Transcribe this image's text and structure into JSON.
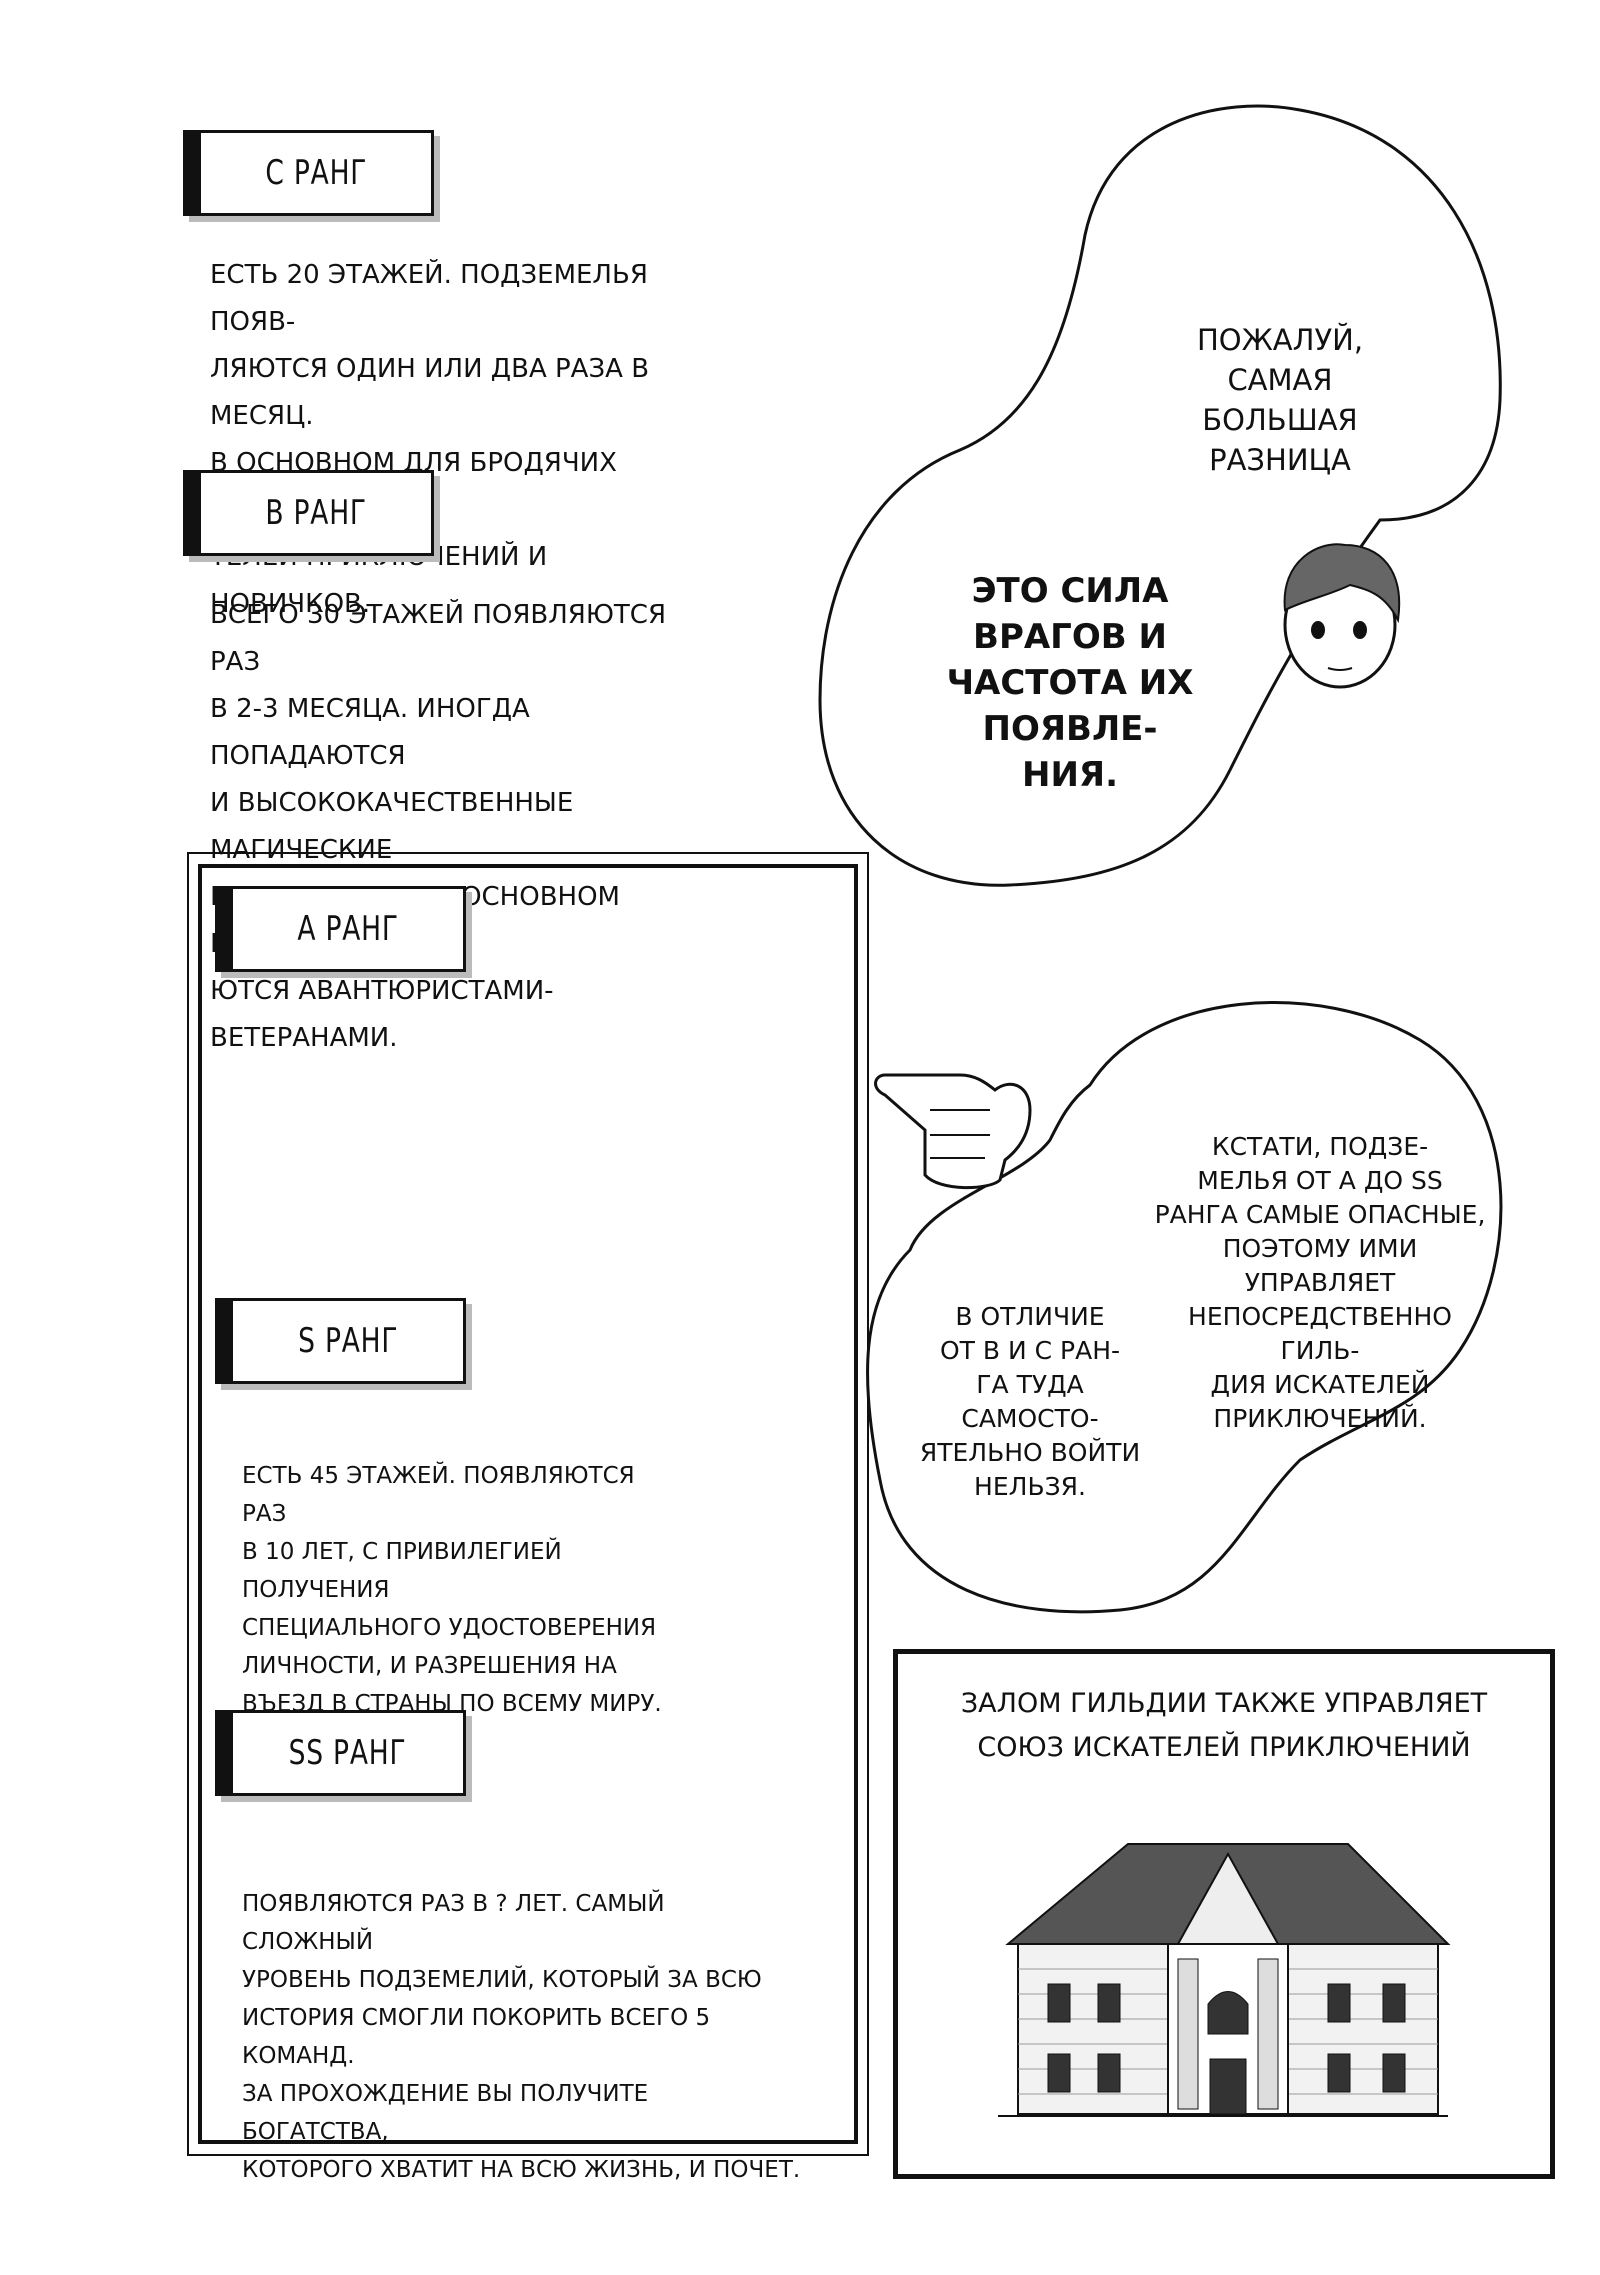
{
  "ranks": {
    "c": {
      "label": "С РАНГ",
      "text": "ЕСТЬ 20 ЭТАЖЕЙ. ПОДЗЕМЕЛЬЯ ПОЯВ-\nЛЯЮТСЯ ОДИН ИЛИ ДВА РАЗА В МЕСЯЦ.\nВ ОСНОВНОМ ДЛЯ БРОДЯЧИХ ИСКА-\nТЕЛЕЙ ПРИКЛЮЧЕНИЙ И НОВИЧКОВ."
    },
    "b": {
      "label": "В РАНГ",
      "text": "ВСЕГО 30 ЭТАЖЕЙ ПОЯВЛЯЮТСЯ РАЗ\nВ 2-3 МЕСЯЦА. ИНОГДА ПОПАДАЮТСЯ\nИ ВЫСОКОКАЧЕСТВЕННЫЕ МАГИЧЕСКИЕ\nКАМНИ И РУДЫ. В ОСНОВНОМ ПОЛЬЗУ-\nЮТСЯ АВАНТЮРИСТАМИ-ВЕТЕРАНАМИ."
    },
    "a": {
      "label": "А РАНГ"
    },
    "s": {
      "label": "S РАНГ",
      "text": "ЕСТЬ 45 ЭТАЖЕЙ. ПОЯВЛЯЮТСЯ РАЗ\nВ 10 ЛЕТ, С ПРИВИЛЕГИЕЙ ПОЛУЧЕНИЯ\nСПЕЦИАЛЬНОГО УДОСТОВЕРЕНИЯ\nЛИЧНОСТИ, И РАЗРЕШЕНИЯ НА\nВЪЕЗД В СТРАНЫ ПО ВСЕМУ МИРУ."
    },
    "ss": {
      "label": "SS РАНГ",
      "text": "ПОЯВЛЯЮТСЯ РАЗ В ? ЛЕТ. САМЫЙ СЛОЖНЫЙ\nУРОВЕНЬ ПОДЗЕМЕЛИЙ, КОТОРЫЙ ЗА ВСЮ\nИСТОРИЯ СМОГЛИ ПОКОРИТЬ ВСЕГО 5 КОМАНД.\nЗА ПРОХОЖДЕНИЕ ВЫ ПОЛУЧИТЕ БОГАТСТВА,\nКОТОРОГО ХВАТИТ НА ВСЮ ЖИЗНЬ, И ПОЧЕТ."
    }
  },
  "bubbles": {
    "top_small": "ПОЖАЛУЙ,\nСАМАЯ БОЛЬШАЯ\nРАЗНИЦА",
    "top_big": "ЭТО СИЛА\nВРАГОВ И\nЧАСТОТА ИХ\nПОЯВЛЕ-\nНИЯ.",
    "middle_right": "КСТАТИ, ПОДЗЕ-\nМЕЛЬЯ ОТ А ДО SS\nРАНГА САМЫЕ ОПАСНЫЕ,\nПОЭТОМУ ИМИ УПРАВЛЯЕТ\nНЕПОСРЕДСТВЕННО ГИЛЬ-\nДИЯ ИСКАТЕЛЕЙ\nПРИКЛЮЧЕНИЙ.",
    "middle_left": "В ОТЛИЧИЕ\nОТ В И С РАН-\nГА ТУДА САМОСТО-\nЯТЕЛЬНО ВОЙТИ\nНЕЛЬЗЯ."
  },
  "guild_caption": "ЗАЛОМ ГИЛЬДИИ ТАКЖЕ УПРАВЛЯЕТ\nСОЮЗ ИСКАТЕЛЕЙ ПРИКЛЮЧЕНИЙ",
  "colors": {
    "ink": "#111111",
    "paper": "#ffffff",
    "shadow": "#bbbbbb"
  }
}
